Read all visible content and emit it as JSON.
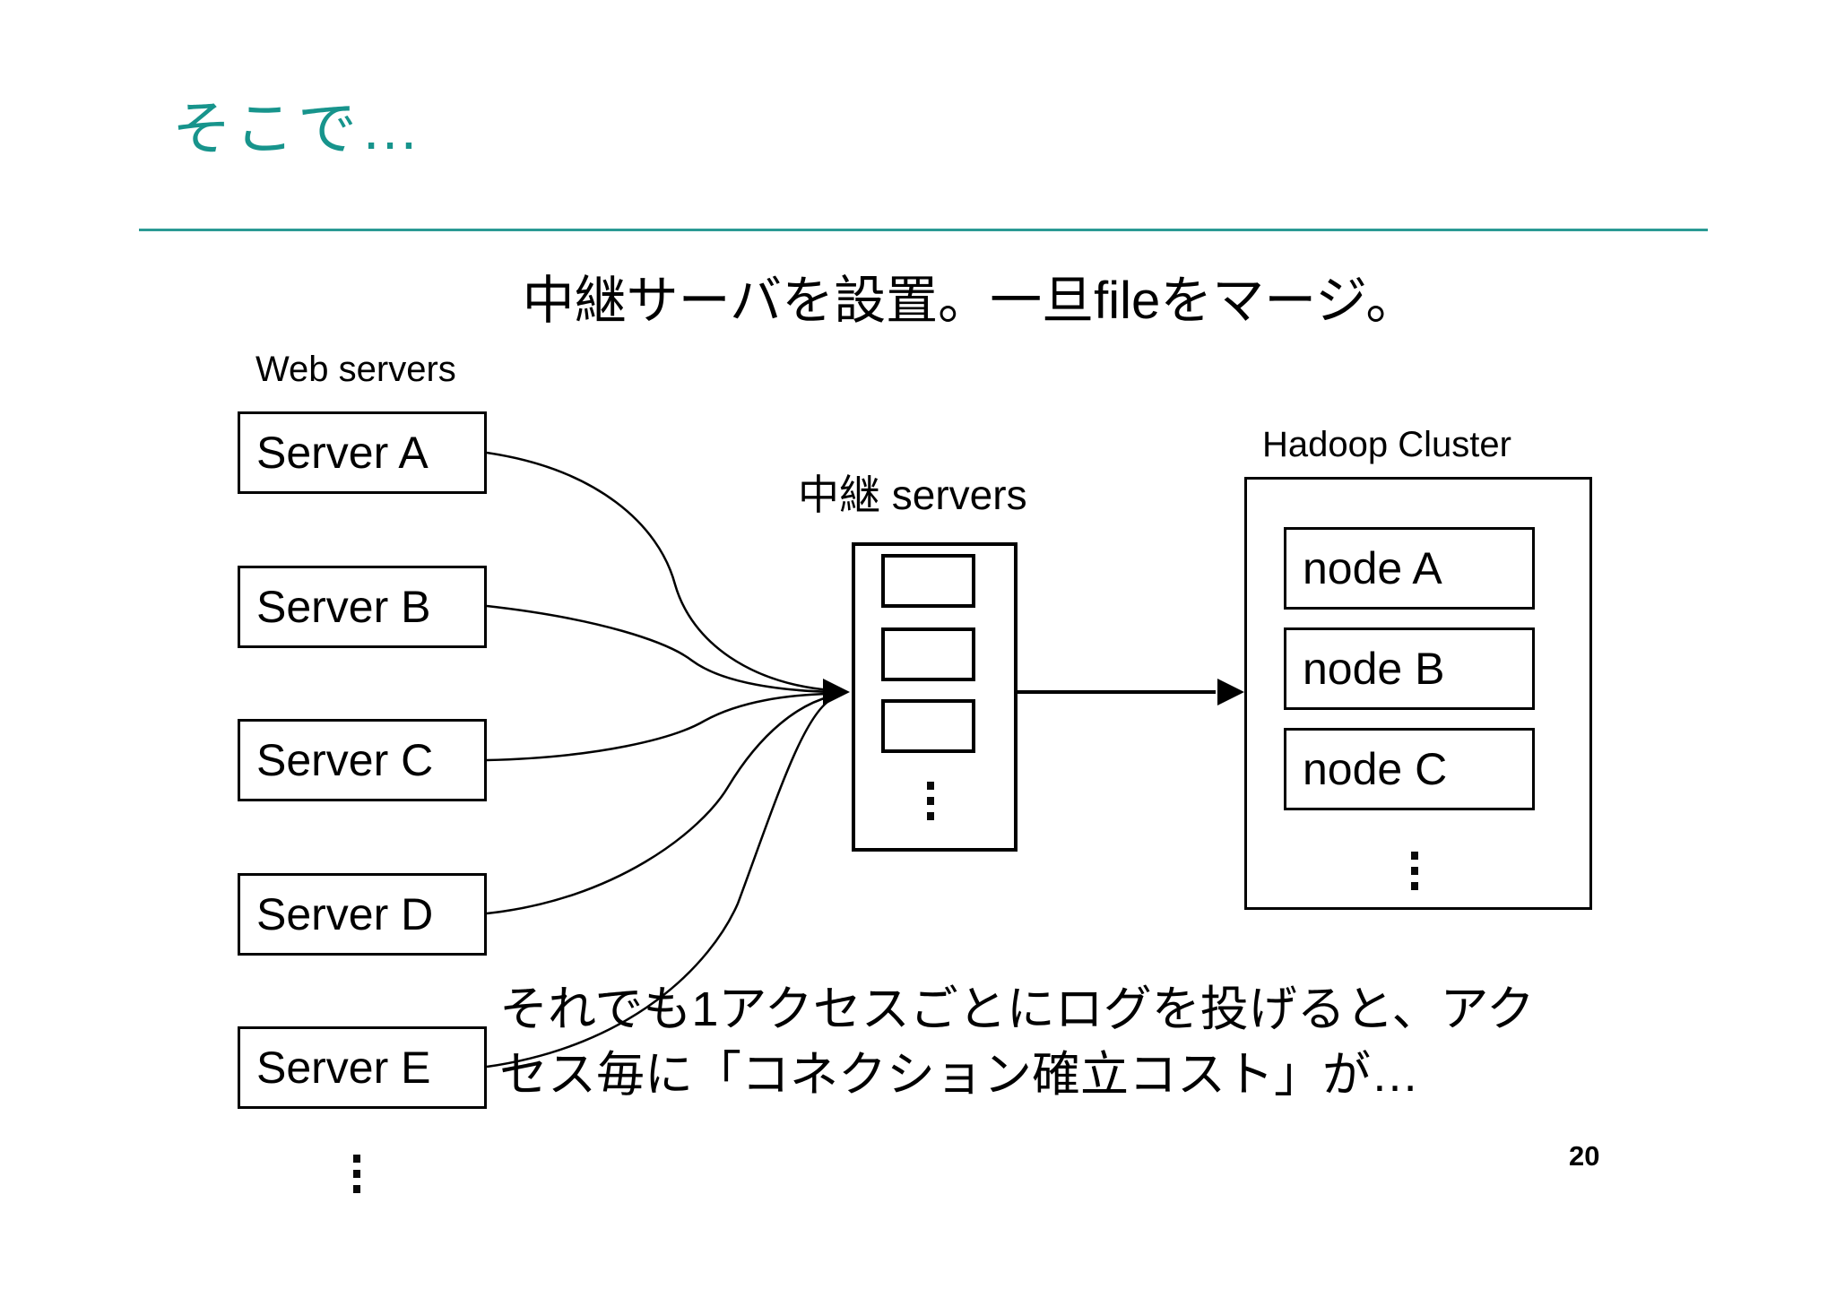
{
  "slide": {
    "title": "そこで…",
    "subtitle": "中継サーバを設置。一旦fileをマージ。",
    "page_number": "20",
    "accent_color": "#17948C"
  },
  "web_servers": {
    "label": "Web servers",
    "servers": [
      {
        "label": "Server A"
      },
      {
        "label": "Server B"
      },
      {
        "label": "Server C"
      },
      {
        "label": "Server D"
      },
      {
        "label": "Server E"
      }
    ]
  },
  "relay": {
    "label": "中継 servers"
  },
  "hadoop": {
    "label": "Hadoop Cluster",
    "nodes": [
      {
        "label": "node A"
      },
      {
        "label": "node B"
      },
      {
        "label": "node C"
      }
    ]
  },
  "note": {
    "line1": "それでも1アクセスごとにログを投げると、アク",
    "line2": "セス毎に「コネクション確立コスト」が…"
  }
}
